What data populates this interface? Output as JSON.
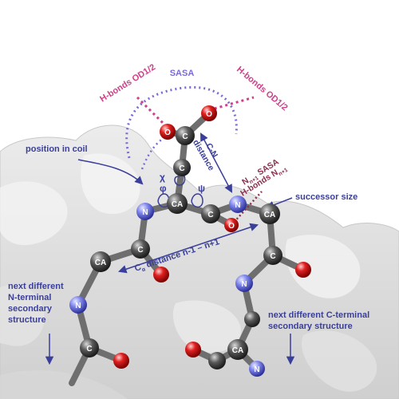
{
  "labels": {
    "sasa": "SASA",
    "hbonds_left": "H-bonds OD1/2",
    "hbonds_right": "H-bonds OD1/2",
    "position_in_coil": "position in coil",
    "c_n_distance_line1": "C-N",
    "c_n_distance_line2": "distance",
    "n_sasa": "N",
    "n_sasa_sub": "n+1",
    "n_sasa_rest": " SASA",
    "hbonds_n": "H-bonds N",
    "hbonds_n_sub": "n+1",
    "successor_size": "successor size",
    "phi": "φ",
    "psi": "ψ",
    "chi": "χ",
    "ca_distance_prefix": "C",
    "ca_distance_sub": "α",
    "ca_distance_rest": " distance n-1 – n+1",
    "next_n_terminal_line1": "next different",
    "next_n_terminal_line2": "N-terminal",
    "next_n_terminal_line3": "secondary",
    "next_n_terminal_line4": "structure",
    "next_c_terminal_line1": "next different C-terminal",
    "next_c_terminal_line2": "secondary structure"
  },
  "atoms": {
    "o": "O",
    "c": "C",
    "n": "N",
    "ca": "CA"
  },
  "colors": {
    "label_blue": "#3a3f9a",
    "dotted_purple": "#7b6ad6",
    "magenta": "#d0408a",
    "dark_magenta": "#8a3050"
  }
}
